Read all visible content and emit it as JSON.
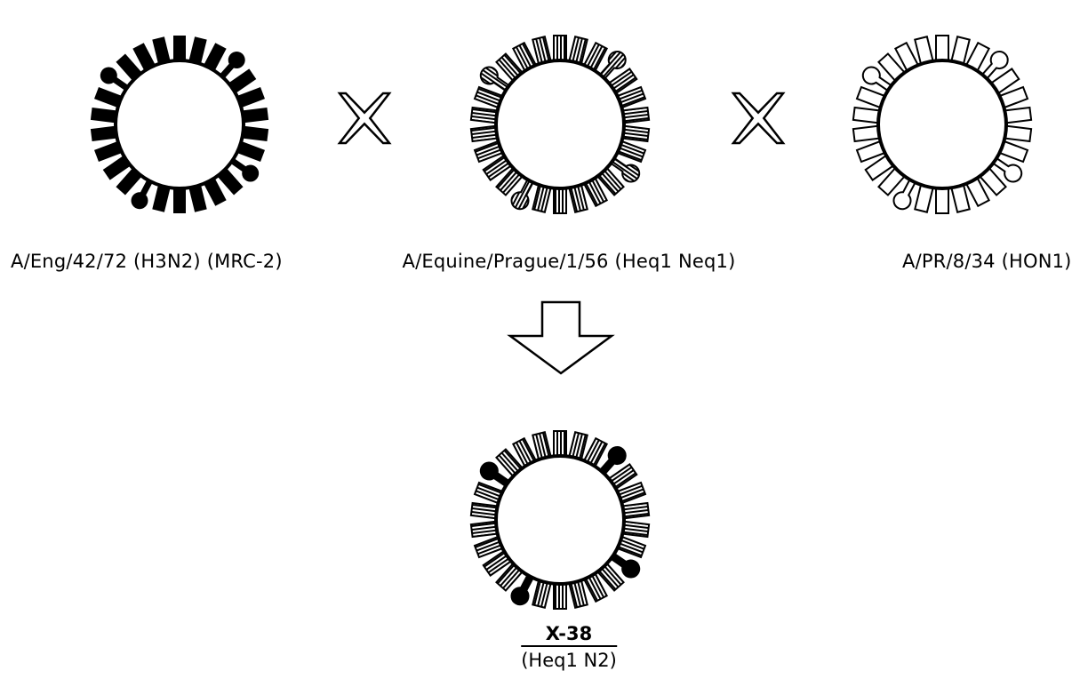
{
  "strains": [
    {
      "label": "A/Eng/42/72 (H3N2) (MRC-2)",
      "spikes": "solid-black"
    },
    {
      "label": "A/Equine/Prague/1/56 (Heq1 Neq1)",
      "spikes": "striped"
    },
    {
      "label": "A/PR/8/34 (HON1)",
      "spikes": "outline"
    }
  ],
  "cross_symbols": [
    "X",
    "X"
  ],
  "arrow_icon": "down-arrow-icon",
  "result": {
    "name": "X-38",
    "subtypes": "(Heq1 N2)",
    "spikes": "mixed: striped hemagglutinin, black neuraminidase"
  },
  "colors": {
    "ink": "#000000",
    "background": "#ffffff"
  }
}
